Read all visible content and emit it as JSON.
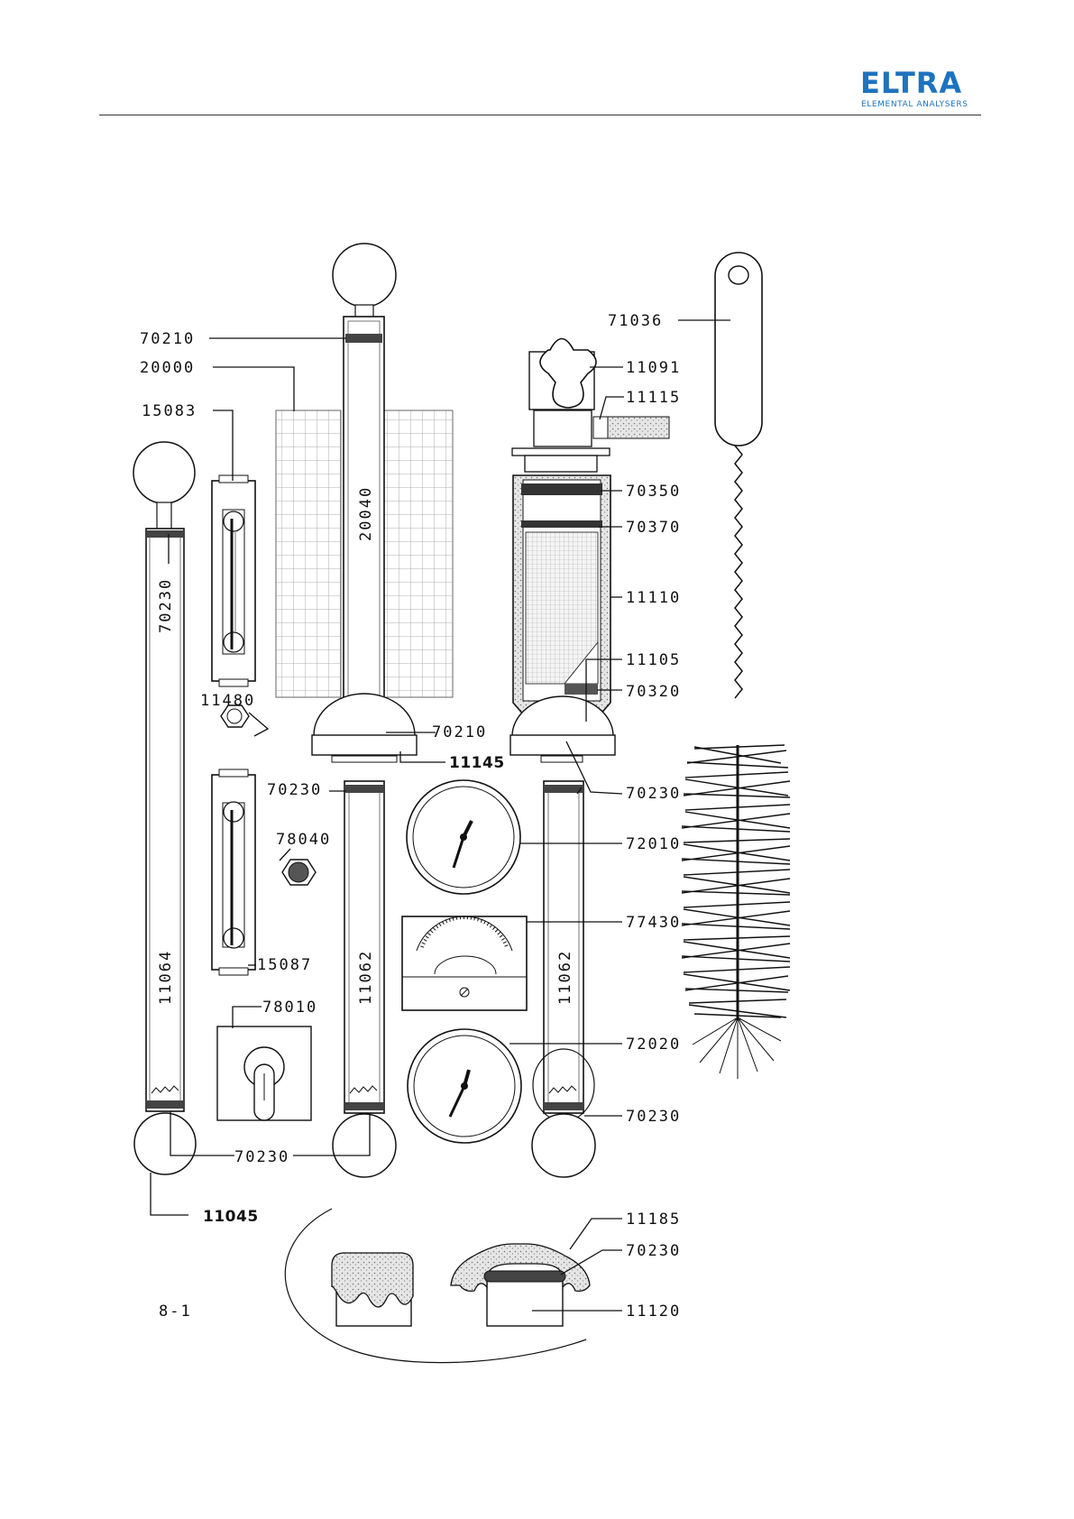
{
  "header": {
    "brand": "ELTRA",
    "tagline": "ELEMENTAL ANALYSERS",
    "brand_color": "#1e73be"
  },
  "figure": {
    "number": "8-1",
    "parts": {
      "p70210_top": "70210",
      "p20000": "20000",
      "p15083": "15083",
      "p20040": "20040",
      "p70230_left_top": "70230",
      "p11480": "11480",
      "p70210_mid": "70210",
      "p11145": "11145",
      "p70230_mid": "70230",
      "p78040": "78040",
      "p15087": "15087",
      "p11064": "11064",
      "p11062_mid": "11062",
      "p78010": "78010",
      "p70230_bottom": "70230",
      "p11045": "11045",
      "p71036": "71036",
      "p11091": "11091",
      "p11115": "11115",
      "p70350": "70350",
      "p70370": "70370",
      "p11110": "11110",
      "p11105": "11105",
      "p70320": "70320",
      "p70230_right": "70230",
      "p72010": "72010",
      "p77430": "77430",
      "p11062_right": "11062",
      "p72020": "72020",
      "p70230_right_bottom": "70230",
      "p11185": "11185",
      "p70230_detail": "70230",
      "p11120": "11120"
    }
  }
}
